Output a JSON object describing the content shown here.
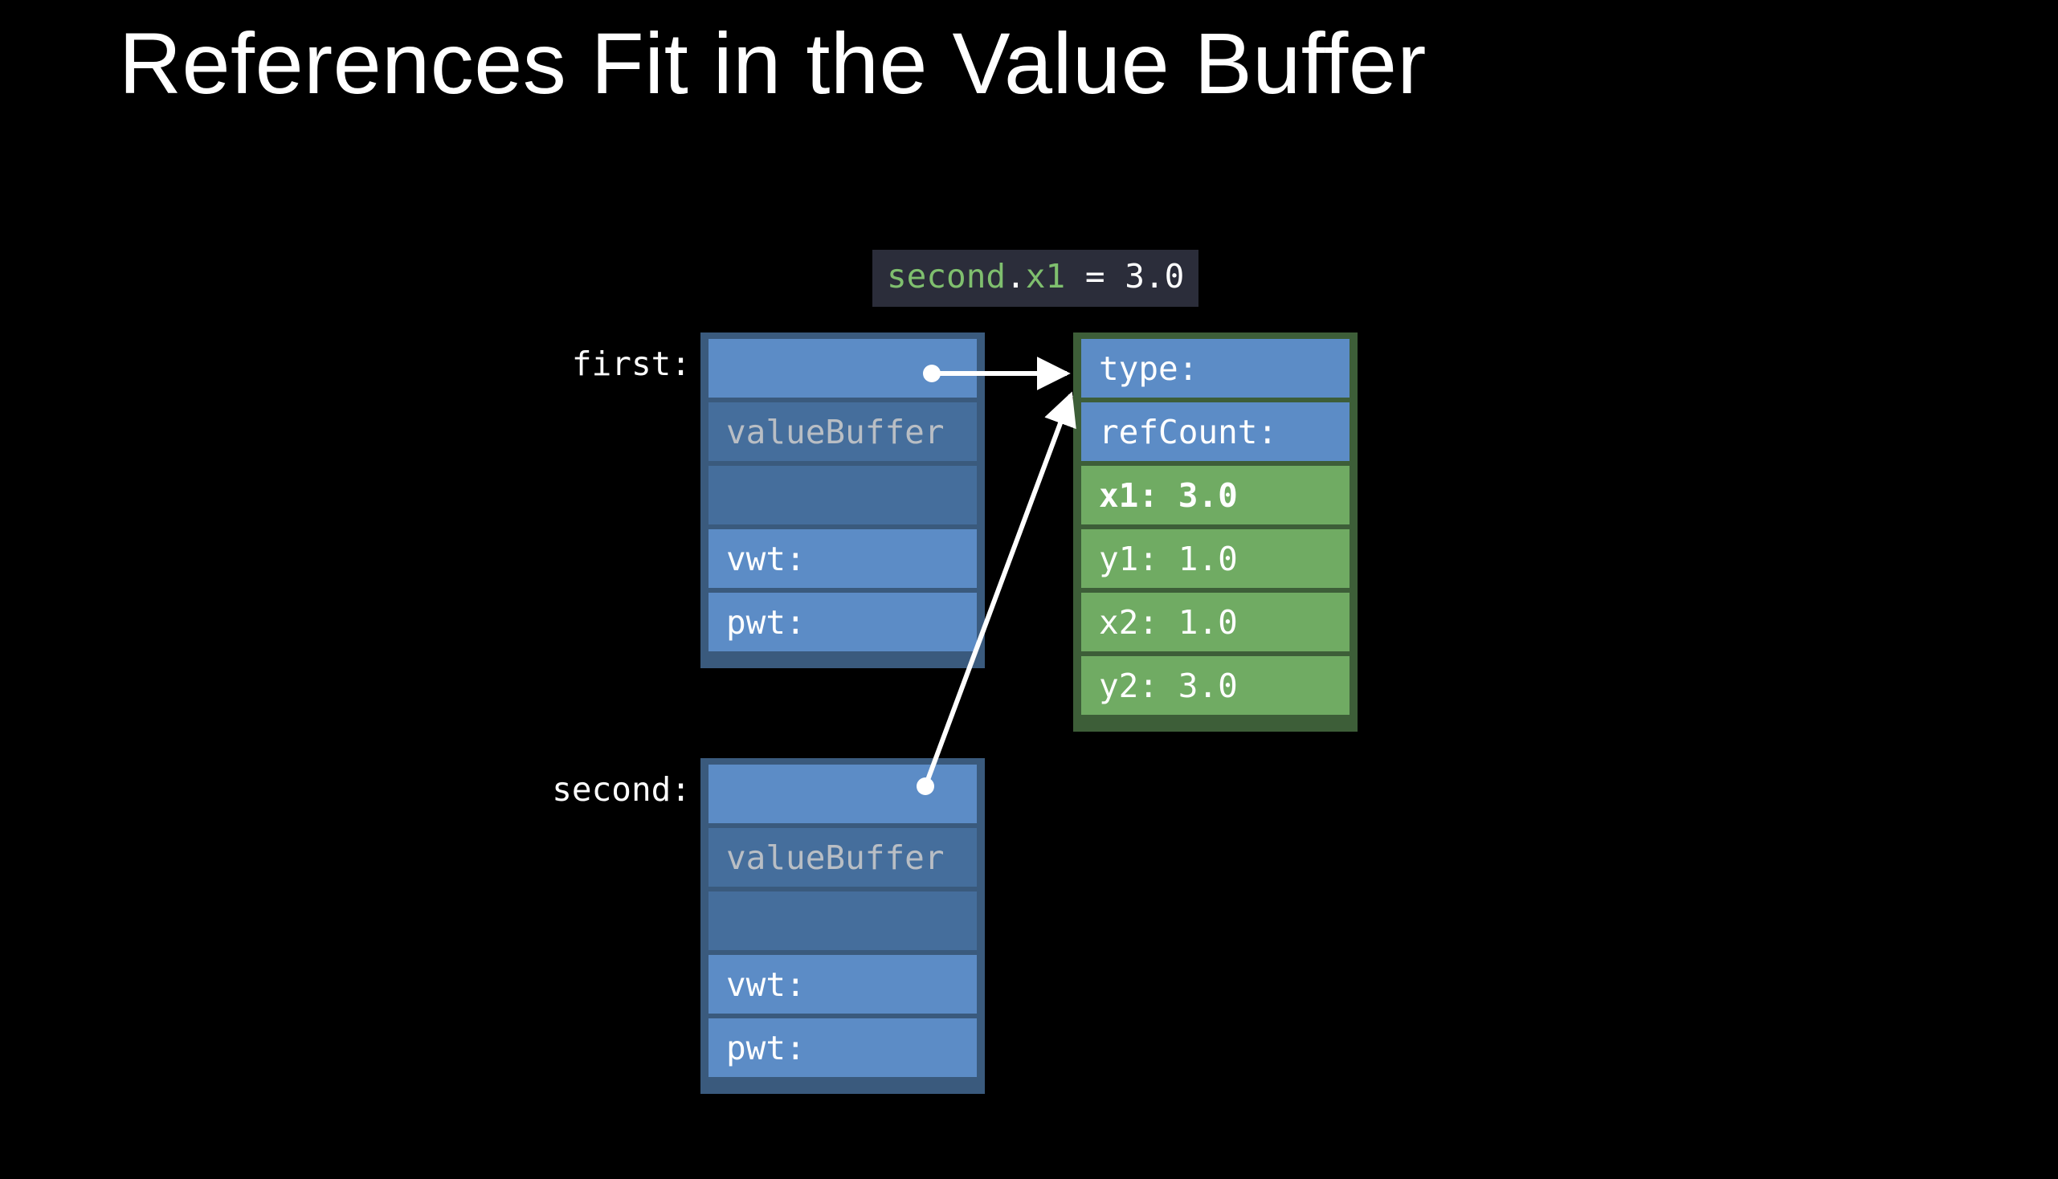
{
  "slide": {
    "title": "References Fit in the Value Buffer",
    "background_color": "#000000"
  },
  "code_badge": {
    "name": "code-snippet",
    "background_color": "#2b2d3a",
    "tokens": [
      {
        "text": "second",
        "color": "#7fbf6e"
      },
      {
        "text": ".",
        "color": "#ffffff"
      },
      {
        "text": "x1",
        "color": "#7fbf6e"
      },
      {
        "text": " = 3.0",
        "color": "#ffffff"
      }
    ],
    "full_text": "second.x1 = 3.0"
  },
  "variables": [
    {
      "label": "first:",
      "box": {
        "frame_color": "#3a5a7d",
        "rows": [
          {
            "text": "",
            "style": "light"
          },
          {
            "text": "valueBuffer",
            "style": "dark",
            "text_color": "#b9bec4"
          },
          {
            "text": "",
            "style": "dark"
          },
          {
            "text": "vwt:",
            "style": "light"
          },
          {
            "text": "pwt:",
            "style": "light"
          }
        ]
      }
    },
    {
      "label": "second:",
      "box": {
        "frame_color": "#3a5a7d",
        "rows": [
          {
            "text": "",
            "style": "light"
          },
          {
            "text": "valueBuffer",
            "style": "dark",
            "text_color": "#b9bec4"
          },
          {
            "text": "",
            "style": "dark"
          },
          {
            "text": "vwt:",
            "style": "light"
          },
          {
            "text": "pwt:",
            "style": "light"
          }
        ]
      }
    }
  ],
  "object": {
    "name": "heap-object",
    "frame_color": "#3d5e38",
    "rows": [
      {
        "text": "type:",
        "style": "blue",
        "bold": false
      },
      {
        "text": "refCount:",
        "style": "blue",
        "bold": false
      },
      {
        "text": "x1: 3.0",
        "style": "green",
        "bold": true
      },
      {
        "text": "y1: 1.0",
        "style": "green",
        "bold": false
      },
      {
        "text": "x2: 1.0",
        "style": "green",
        "bold": false
      },
      {
        "text": "y2: 3.0",
        "style": "green",
        "bold": false
      }
    ]
  },
  "arrows": [
    {
      "name": "first-to-object",
      "from": "first.row0",
      "to": "object.type-row",
      "color": "#ffffff",
      "origin_dot": true
    },
    {
      "name": "second-to-object",
      "from": "second.row0",
      "to": "object.type-row",
      "color": "#ffffff",
      "origin_dot": true
    }
  ]
}
